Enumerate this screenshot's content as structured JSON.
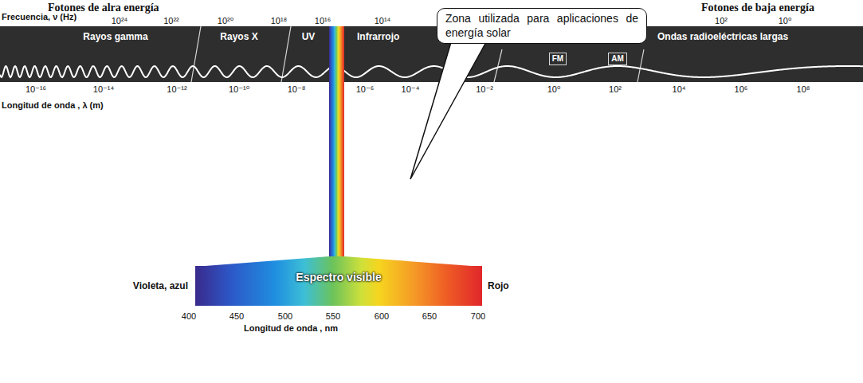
{
  "diagram": {
    "nodes": [
      {
        "text": [
          "Zona utilizada para aplicaciones de energía solar"
        ]
      },
      {
        "text": [
          "Espectro visible"
        ]
      }
    ],
    "labels": [
      "Fotones de alra energía",
      "Fotones de baja energía",
      "Frecuencia, ν (Hz)",
      "10²⁴",
      "10²²",
      "10²⁰",
      "10¹⁸",
      "10¹⁶",
      "10¹⁴",
      "10²",
      "10⁰",
      "Rayos gamma",
      "Rayos X",
      "UV",
      "Infrarrojo",
      "FM",
      "AM",
      "Ondas radioeléctricas largas",
      "10⁻¹⁶",
      "10⁻¹⁴",
      "10⁻¹²",
      "10⁻¹⁰",
      "10⁻⁸",
      "10⁻⁶",
      "10⁻⁴",
      "10⁻²",
      "10⁰",
      "10²",
      "10⁴",
      "10⁶",
      "10⁸",
      "Longitud de onda , λ (m)",
      "Violeta, azul",
      "Rojo",
      "400",
      "450",
      "500",
      "550",
      "600",
      "650",
      "700",
      "Longitud de onda , nm"
    ]
  }
}
